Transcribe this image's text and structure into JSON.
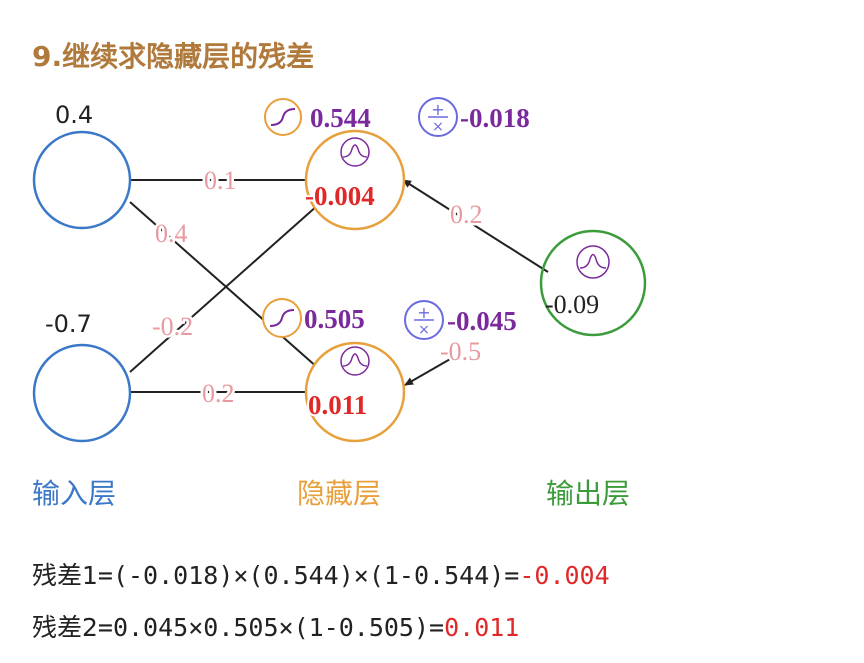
{
  "title": "9.继续求隐藏层的残差",
  "colors": {
    "title": "#b07a3c",
    "input": "#3c78c8",
    "hidden": "#e8a03c",
    "output": "#3c9c3c",
    "value": "#7a2a9c",
    "residual": "#e02828",
    "weight": "#e89aa0",
    "formula_result": "#e02828"
  },
  "input_layer": {
    "label": "输入层",
    "nodes": [
      {
        "value": "0.4"
      },
      {
        "value": "-0.7"
      }
    ]
  },
  "hidden_layer": {
    "label": "隐藏层",
    "nodes": [
      {
        "activation": "0.544",
        "derivative": "-0.018",
        "residual": "-0.004"
      },
      {
        "activation": "0.505",
        "derivative": "-0.045",
        "residual": "0.011"
      }
    ]
  },
  "output_layer": {
    "label": "输出层",
    "nodes": [
      {
        "residual": "-0.09"
      }
    ]
  },
  "weights": {
    "in1_h1": "0.1",
    "in1_h2": "0.4",
    "in2_h1": "-0.2",
    "in2_h2": "0.2",
    "h1_out": "0.2",
    "h2_out": "-0.5"
  },
  "icons": {
    "sigmoid": "sigmoid-curve-icon",
    "derivative": "plus-times-icon",
    "bell": "bell-curve-icon"
  },
  "formulas": [
    {
      "label": "残差1",
      "expr": "=(-0.018)×(0.544)×(1-0.544)=",
      "result": "-0.004"
    },
    {
      "label": "残差2",
      "expr": "=0.045×0.505×(1-0.505)=",
      "result": "0.011"
    }
  ]
}
